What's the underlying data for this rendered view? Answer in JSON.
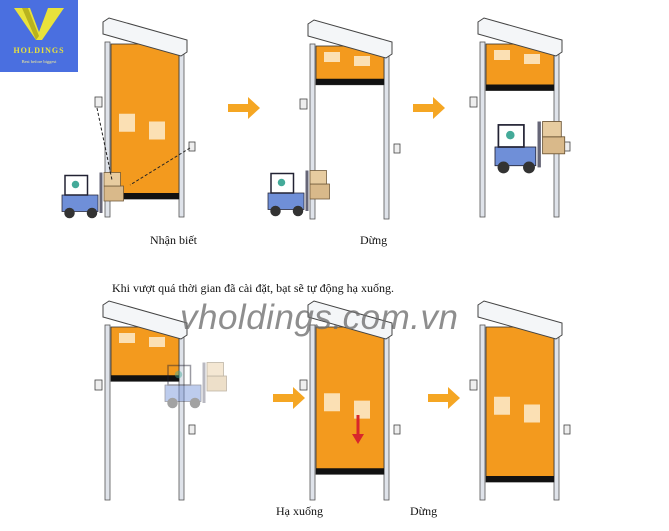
{
  "logo": {
    "brand": "HOLDINGS",
    "tagline": "Best before biggest",
    "bg_color": "#4a6fe0",
    "mark_color": "#e9e23b"
  },
  "watermark": "vholdings.com.vn",
  "caption": "Khi vượt quá thời gian đã cài đặt, bạt sẽ tự động hạ xuống.",
  "steps": [
    {
      "label": "Nhận biết",
      "door_closed_fraction": 1.0
    },
    {
      "label": "Dừng",
      "door_closed_fraction": 0.25
    },
    {
      "label": "",
      "door_closed_fraction": 0.3
    },
    {
      "label": "",
      "door_closed_fraction": 0.35
    },
    {
      "label": "Hạ xuống",
      "door_closed_fraction": 0.95
    },
    {
      "label": "Dừng",
      "door_closed_fraction": 1.0
    }
  ],
  "colors": {
    "curtain": "#f39a1e",
    "arrow": "#f5a623",
    "forklift": "#6f8fd8"
  }
}
